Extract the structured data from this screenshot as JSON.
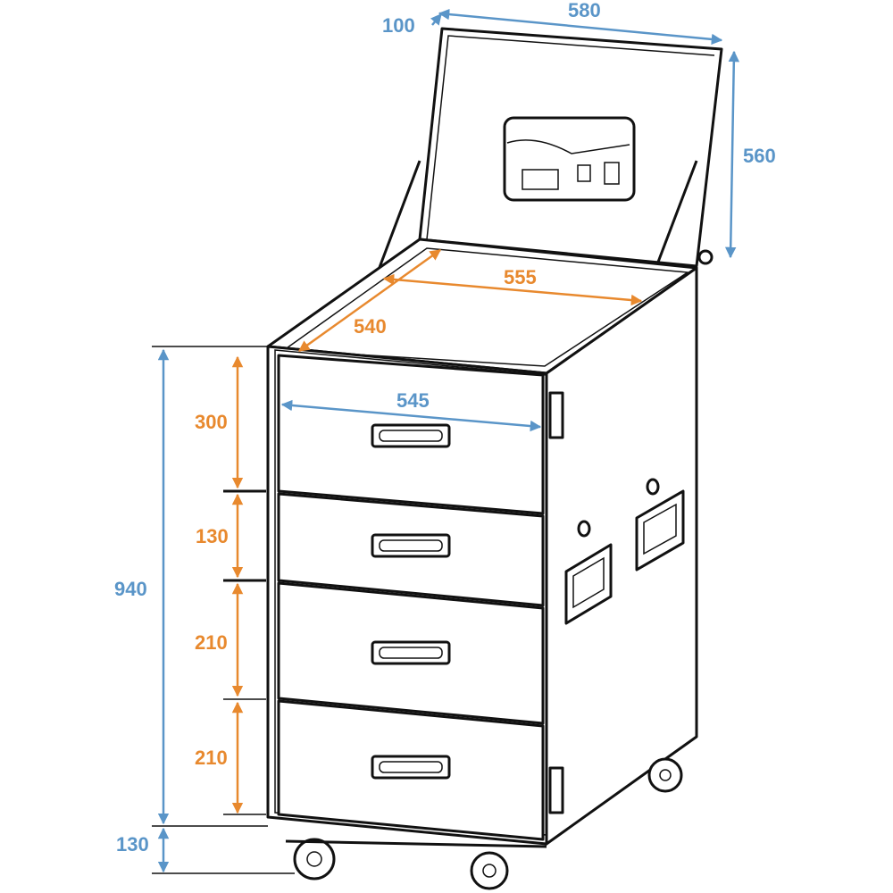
{
  "colors": {
    "dimension_outer": "#5a95c8",
    "dimension_inner": "#e8892e",
    "outline": "#111111"
  },
  "dimensions": {
    "lid_depth": "100",
    "lid_width": "580",
    "lid_height": "560",
    "inner_width": "555",
    "inner_depth": "540",
    "drawer_width": "545",
    "total_height": "940",
    "wheel_height": "130",
    "drawer_1": "300",
    "drawer_2": "130",
    "drawer_3": "210",
    "drawer_4": "210"
  }
}
